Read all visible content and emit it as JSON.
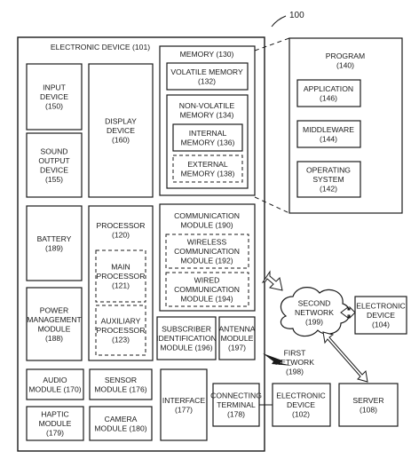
{
  "figure_ref": "100",
  "electronic_device": {
    "title": "ELECTRONIC DEVICE (101)"
  },
  "input_device": [
    "INPUT",
    "DEVICE",
    "(150)"
  ],
  "sound_output_device": [
    "SOUND",
    "OUTPUT",
    "DEVICE",
    "(155)"
  ],
  "display_device": [
    "DISPLAY",
    "DEVICE",
    "(160)"
  ],
  "memory": {
    "title": "MEMORY (130)",
    "volatile": [
      "VOLATILE MEMORY",
      "(132)"
    ],
    "non_volatile": [
      "NON-VOLATILE",
      "MEMORY (134)"
    ],
    "internal": [
      "INTERNAL",
      "MEMORY (136)"
    ],
    "external": [
      "EXTERNAL",
      "MEMORY (138)"
    ]
  },
  "program": {
    "title": [
      "PROGRAM",
      "(140)"
    ],
    "application": [
      "APPLICATION",
      "(146)"
    ],
    "middleware": [
      "MIDDLEWARE",
      "(144)"
    ],
    "operating_system": [
      "OPERATING",
      "SYSTEM",
      "(142)"
    ]
  },
  "battery": [
    "BATTERY",
    "(189)"
  ],
  "processor": {
    "title": [
      "PROCESSOR",
      "(120)"
    ],
    "main": [
      "MAIN",
      "PROCESSOR",
      "(121)"
    ],
    "auxiliary": [
      "AUXILIARY",
      "PROCESSOR",
      "(123)"
    ]
  },
  "communication": {
    "title": [
      "COMMUNICATION",
      "MODULE (190)"
    ],
    "wireless": [
      "WIRELESS",
      "COMMUNICATION",
      "MODULE (192)"
    ],
    "wired": [
      "WIRED",
      "COMMUNICATION",
      "MODULE (194)"
    ]
  },
  "power_management": [
    "POWER",
    "MANAGEMENT",
    "MODULE",
    "(188)"
  ],
  "subscriber_identification": [
    "SUBSCRIBER",
    "IDENTIFICATION",
    "MODULE (196)"
  ],
  "antenna": [
    "ANTENNA",
    "MODULE",
    "(197)"
  ],
  "audio": [
    "AUDIO",
    "MODULE (170)"
  ],
  "sensor": [
    "SENSOR",
    "MODULE (176)"
  ],
  "interface": [
    "INTERFACE",
    "(177)"
  ],
  "connecting_terminal": [
    "CONNECTING",
    "TERMINAL",
    "(178)"
  ],
  "haptic": [
    "HAPTIC",
    "MODULE",
    "(179)"
  ],
  "camera": [
    "CAMERA",
    "MODULE (180)"
  ],
  "second_network": [
    "SECOND",
    "NETWORK",
    "(199)"
  ],
  "electronic_device_104": [
    "ELECTRONIC",
    "DEVICE",
    "(104)"
  ],
  "first_network": [
    "FIRST",
    "NETWORK",
    "(198)"
  ],
  "electronic_device_102": [
    "ELECTRONIC",
    "DEVICE",
    "(102)"
  ],
  "server": [
    "SERVER",
    "(108)"
  ]
}
